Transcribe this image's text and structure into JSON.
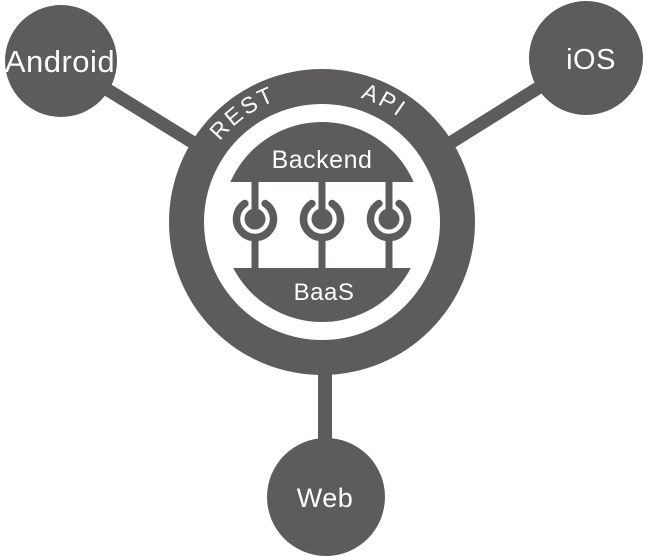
{
  "diagram": {
    "type": "architecture",
    "center": {
      "ring_label_left": "REST",
      "ring_label_right": "API",
      "top_segment_label": "Backend",
      "bottom_segment_label": "BaaS",
      "connector_icons": {
        "name": "plug-socket-icon",
        "count": 3
      }
    },
    "nodes": [
      {
        "id": "android",
        "label": "Android",
        "position": "top-left"
      },
      {
        "id": "ios",
        "label": "iOS",
        "position": "top-right"
      },
      {
        "id": "web",
        "label": "Web",
        "position": "bottom"
      }
    ],
    "edges": [
      {
        "from": "android",
        "to": "center"
      },
      {
        "from": "ios",
        "to": "center"
      },
      {
        "from": "web",
        "to": "center"
      }
    ],
    "colors": {
      "primary": "#5d5b5b",
      "background": "#ffffff",
      "text": "#fdfdfd"
    }
  }
}
